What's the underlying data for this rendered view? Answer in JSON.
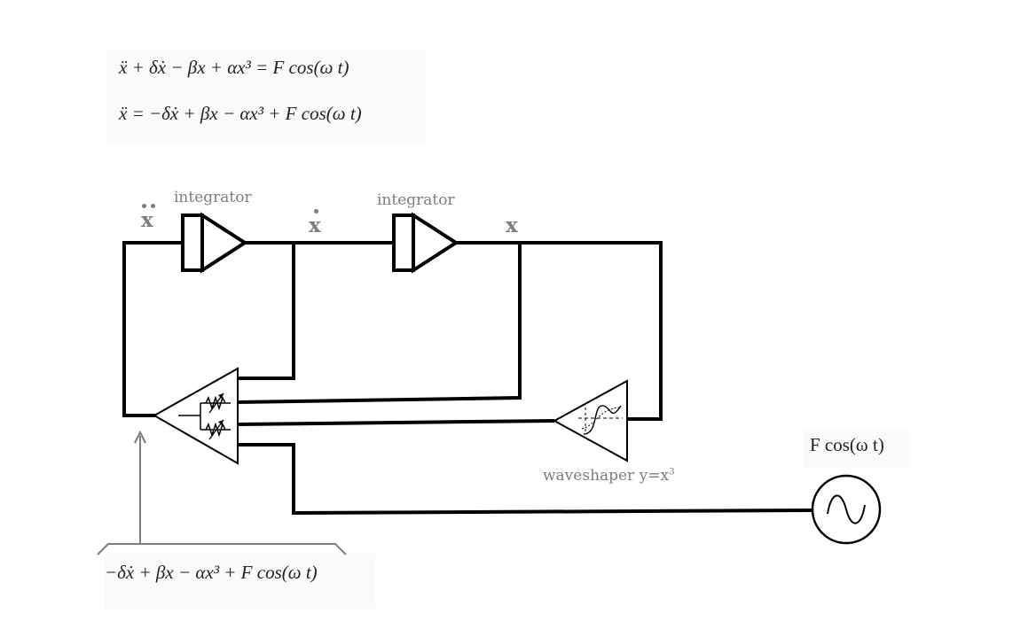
{
  "equations": {
    "line1": "ẍ + δẋ − βx + αx³ = F cos(ω t)",
    "line2": "ẍ = −δẋ + βx − αx³ + F cos(ω t)"
  },
  "labels": {
    "integrator_1": "integrator",
    "integrator_2": "integrator",
    "var_xddot": "x",
    "var_xdot": "x",
    "var_x": "x",
    "waveshaper": "waveshaper  y=x",
    "waveshaper_exp": "3",
    "forcing": "F cos(ω t)",
    "sum_expression": "−δẋ + βx − αx³ + F cos(ω t)"
  },
  "colors": {
    "wire": "#000000",
    "label": "#7d7d7d",
    "equation_bg": "#fafafa"
  }
}
